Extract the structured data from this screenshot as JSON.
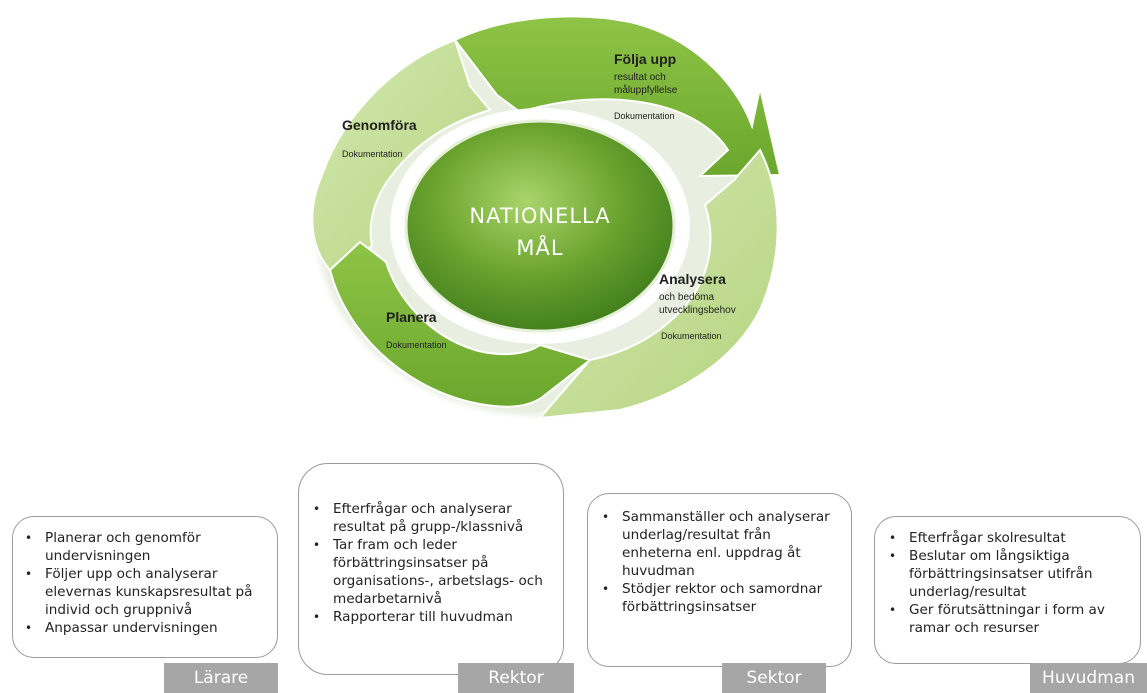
{
  "cycle": {
    "center_line1": "NATIONELLA",
    "center_line2": "MÅL",
    "stages": {
      "folja_upp": {
        "title": "Följa upp",
        "sub1": "resultat och",
        "sub2": "måluppfyllelse",
        "doc": "Dokumentation"
      },
      "analysera": {
        "title": "Analysera",
        "sub1": "och bedöma",
        "sub2": "utvecklingsbehov",
        "doc": "Dokumentation"
      },
      "planera": {
        "title": "Planera",
        "doc": "Dokumentation"
      },
      "genomfora": {
        "title": "Genomföra",
        "doc": "Dokumentation"
      }
    },
    "colors": {
      "dark_green": "#7cb33c",
      "light_green": "#c3dd98",
      "center": "#6aa22e"
    }
  },
  "roles": {
    "larare": {
      "label": "Lärare",
      "items": [
        "Planerar och genomför undervisningen",
        "Följer upp och analyserar elevernas kunskapsresultat på individ och gruppnivå",
        "Anpassar undervisningen"
      ]
    },
    "rektor": {
      "label": "Rektor",
      "items": [
        "Efterfrågar och analyserar resultat på grupp-/klassnivå",
        "Tar fram och leder förbättringsinsatser på organisations-, arbetslags- och medarbetarnivå",
        "Rapporterar till huvudman"
      ]
    },
    "sektor": {
      "label": "Sektor",
      "items": [
        "Sammanställer och analyserar underlag/resultat från enheterna enl. uppdrag åt huvudman",
        "Stödjer rektor och samordnar förbättringsinsatser"
      ]
    },
    "huvudman": {
      "label": "Huvudman",
      "items": [
        "Efterfrågar skolresultat",
        "Beslutar om långsiktiga förbättringsinsatser utifrån underlag/resultat",
        "Ger förutsättningar i form av ramar och resurser"
      ]
    }
  }
}
